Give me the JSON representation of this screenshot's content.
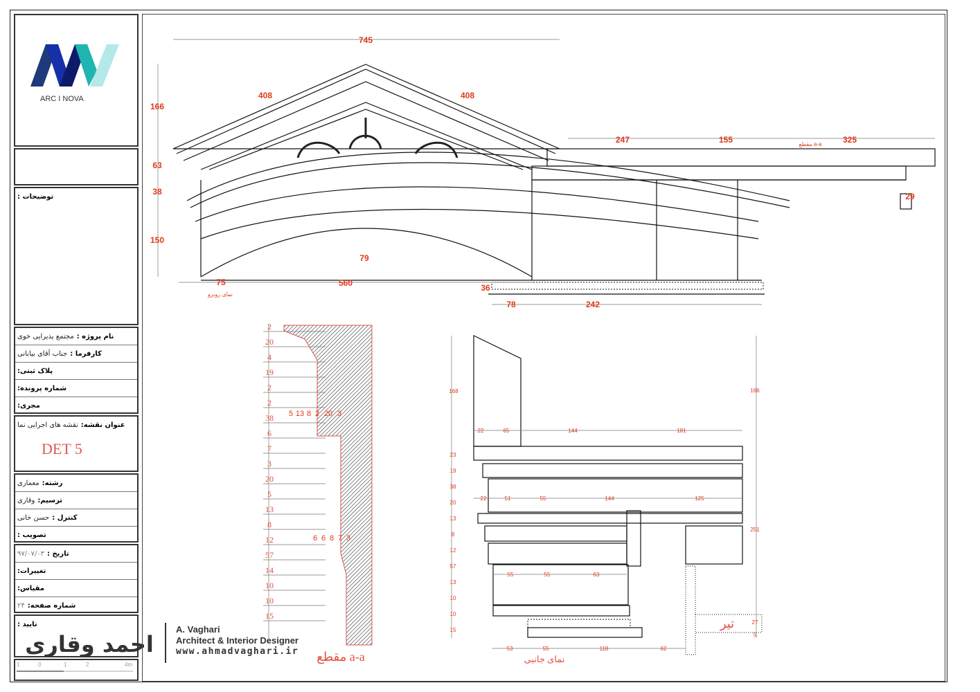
{
  "logo": {
    "brand": "ARC I NOVA",
    "colors": [
      "#1f3a7a",
      "#1530a8",
      "#0d1a6a",
      "#1fb5b0",
      "#b5e8e8"
    ]
  },
  "title_block": {
    "notes_label": "توضیحات :",
    "project_name_label": "نام پروژه :",
    "project_name": "مجتمع پذیرایی خوی",
    "client_label": "کارفرما :",
    "client": "جناب آقای بیابانی",
    "plot_label": "پلاک ثبتی:",
    "file_no_label": "شماره پرونده:",
    "contractor_label": "مجری:",
    "sheet_title_label": "عنوان نقشه:",
    "sheet_title": "نقشه های اجرایی نما",
    "sheet_code": "DET 5",
    "discipline_label": "رشته:",
    "discipline": "معماری",
    "drawn_label": "ترسیم:",
    "drawn": "وقاری",
    "checked_label": "کنترل :",
    "checked": "حسن خانی",
    "approved_label": "تصویب :",
    "date_label": "تاریخ :",
    "date": "۹۷/۰۷/۰۳",
    "revisions_label": "تغییرات:",
    "scale_label": "مقیاس:",
    "sheet_no_label": "شماره صفحه:",
    "sheet_no": "۲۴",
    "confirm_label": "تایید :",
    "scale_bar": [
      "1",
      "0",
      "1",
      "2",
      "4m"
    ]
  },
  "signature": {
    "name_fa": "احمد وقاری",
    "name": "A. Vaghari",
    "role": "Architect & Interior Designer",
    "website": "www.ahmadvaghari.ir"
  },
  "front_elevation": {
    "title": "نمای روبرو",
    "section_mark": "مقطع a-a",
    "dims": [
      "745",
      "408",
      "408",
      "166",
      "63",
      "38",
      "150",
      "75",
      "560",
      "79",
      "247",
      "155",
      "325",
      "29",
      "36",
      "78",
      "242"
    ]
  },
  "section_aa": {
    "title": "مقطع a-a",
    "left_dims": [
      "2",
      "20",
      "4",
      "19",
      "2",
      "2",
      "38",
      "6",
      "7",
      "3",
      "20",
      "5",
      "13",
      "8",
      "12",
      "57",
      "14",
      "10",
      "10",
      "15"
    ],
    "top_widths": [
      "5",
      "13",
      "8",
      "2",
      "20",
      "3"
    ],
    "bottom_widths": [
      "6",
      "6",
      "8",
      "7",
      "3"
    ]
  },
  "side_elevation": {
    "title": "نمای جانبی",
    "beam_label": "تیر",
    "left_dims": [
      "168",
      "23",
      "19",
      "38",
      "20",
      "13",
      "8",
      "12",
      "57",
      "13",
      "10",
      "10",
      "15"
    ],
    "right_dims": [
      "166",
      "251",
      "27",
      "5"
    ],
    "row1": [
      "22",
      "65",
      "144",
      "181"
    ],
    "row2": [
      "22",
      "51",
      "55",
      "144",
      "125"
    ],
    "row3": [
      "55",
      "55",
      "63"
    ],
    "bottom": [
      "53",
      "55",
      "118",
      "62"
    ]
  }
}
